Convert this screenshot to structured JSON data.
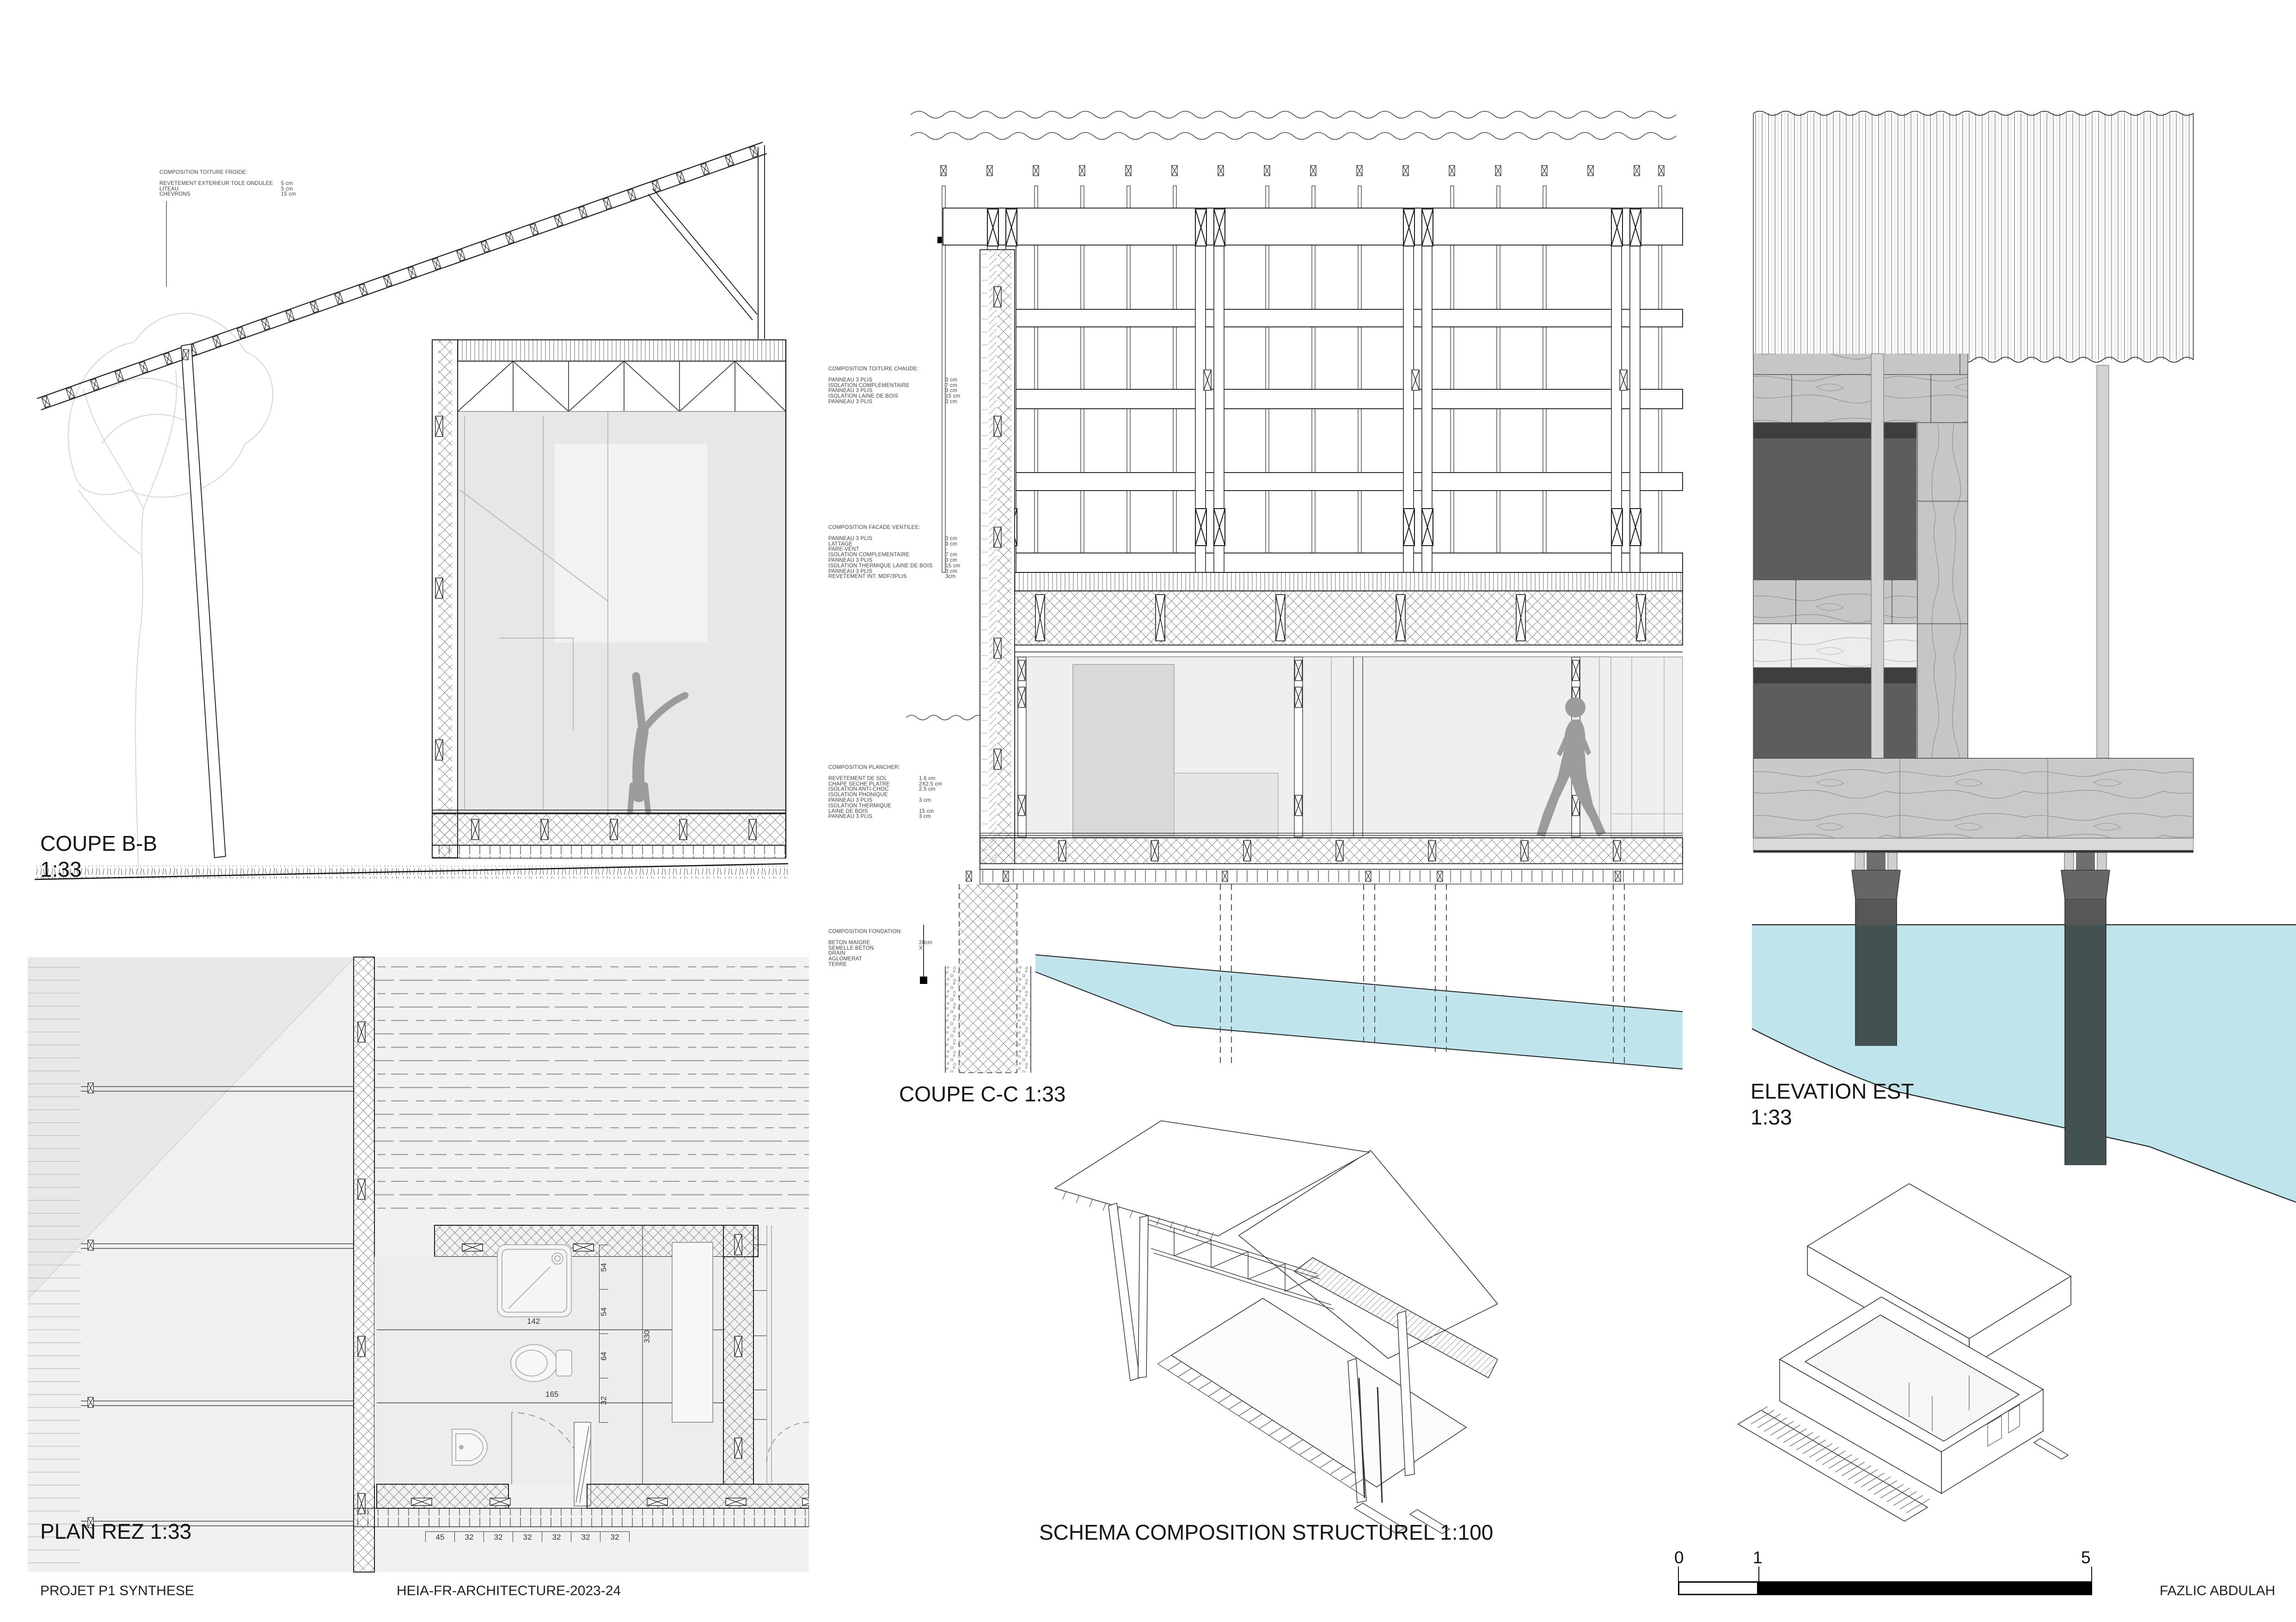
{
  "footer": {
    "project": "PROJET P1 SYNTHESE",
    "course": "HEIA-FR-ARCHITECTURE-2023-24",
    "author": "FAZLIC ABDULAH"
  },
  "drawings": {
    "coupe_bb": {
      "title": "COUPE B-B",
      "scale": "1:33"
    },
    "coupe_cc": {
      "title": "COUPE C-C 1:33"
    },
    "elevation_est": {
      "title": "ELEVATION EST",
      "scale": "1:33"
    },
    "plan_rez": {
      "title": "PLAN REZ 1:33"
    },
    "schema_structurel": {
      "title": "SCHEMA COMPOSITION STRUCTUREL 1:100"
    }
  },
  "annotations": {
    "toiture_froide": {
      "title": "COMPOSITION TOITURE FROIDE:",
      "layers": [
        {
          "label": "REVETEMENT EXTERIEUR TOLE ONDULEE",
          "value": "5 cm"
        },
        {
          "label": "LITEAU",
          "value": "5 cm"
        },
        {
          "label": "CHEVRONS",
          "value": "15 cm"
        }
      ]
    },
    "toiture_chaude": {
      "title": "COMPOSITION TOITURE CHAUDE:",
      "layers": [
        {
          "label": "PANNEAU 3 PLIS",
          "value": "3 cm"
        },
        {
          "label": "ISOLATION COMPLEMENTAIRE",
          "value": "7 cm"
        },
        {
          "label": "PANNEAU 3 PLIS",
          "value": "3 cm"
        },
        {
          "label": "ISOLATION LAINE DE BOIS",
          "value": "15 cm"
        },
        {
          "label": "PANNEAU 3 PLIS",
          "value": "3 cm"
        }
      ]
    },
    "facade_ventilee": {
      "title": "COMPOSITION FACADE VENTILEE:",
      "layers": [
        {
          "label": "PANNEAU 3 PLIS",
          "value": "3 cm"
        },
        {
          "label": "LATTAGE",
          "value": "3 cm"
        },
        {
          "label": "PARE-VENT",
          "value": "-"
        },
        {
          "label": "ISOLATION COMPLEMENTAIRE",
          "value": "7 cm"
        },
        {
          "label": "PANNEAU 3 PLIS",
          "value": "3 cm"
        },
        {
          "label": "ISOLATION THERMIQUE LAINE DE BOIS",
          "value": "15 cm"
        },
        {
          "label": "PANNEAU 3 PLIS",
          "value": "3 cm"
        },
        {
          "label": "REVETEMENT INT. MDF/3PLIS",
          "value": "3cm"
        }
      ]
    },
    "plancher": {
      "title": "COMPOSITION PLANCHER:",
      "layers": [
        {
          "label": "REVETEMENT DE SOL",
          "value": "1.6 cm"
        },
        {
          "label": "CHAPE SECHE PLATRE",
          "value": "2X2.5 cm"
        },
        {
          "label": "ISOLATION ANTI-CHOC",
          "value": "2.5 cm"
        },
        {
          "label": "ISOLATION PHONIQUE",
          "value": ""
        },
        {
          "label": "PANNEAU 3 PLIS",
          "value": "3 cm"
        },
        {
          "label": "ISOLATION THERMIQUE",
          "value": ""
        },
        {
          "label": "LAINE DE BOIS",
          "value": "15 cm"
        },
        {
          "label": "PANNEAU 3 PLIS",
          "value": "3 cm"
        }
      ]
    },
    "fondation": {
      "title": "COMPOSITION FONDATION:",
      "layers": [
        {
          "label": "BETON MAIGRE",
          "value": "20cm"
        },
        {
          "label": "SEMELLE BETON",
          "value": "X"
        },
        {
          "label": "DRAIN",
          "value": ""
        },
        {
          "label": "AGLOMERAT",
          "value": ""
        },
        {
          "label": "TERRE",
          "value": ""
        }
      ]
    }
  },
  "plan_dims": {
    "d142": "142",
    "d165": "165",
    "d330": "330",
    "bottom": [
      "45",
      "32",
      "32",
      "32",
      "32",
      "32",
      "32"
    ],
    "side": [
      "54",
      "54",
      "64",
      "32"
    ]
  },
  "scale_bar": {
    "zero": "0",
    "one": "1",
    "five": "5"
  },
  "colors": {
    "water": "#bfe4ec",
    "window": "#5d5d5d",
    "window_shadow": "#3e3e3e",
    "wood_panel": "#c6c6c6",
    "wood_light": "#ededed",
    "deck": "#c9c9c9",
    "column": "#d2d2d2",
    "pile": "#575757",
    "pile_underwater": "#435250",
    "figure": "#9c9c9c",
    "glass": "#e7e7e7",
    "interior": "#efefef"
  }
}
